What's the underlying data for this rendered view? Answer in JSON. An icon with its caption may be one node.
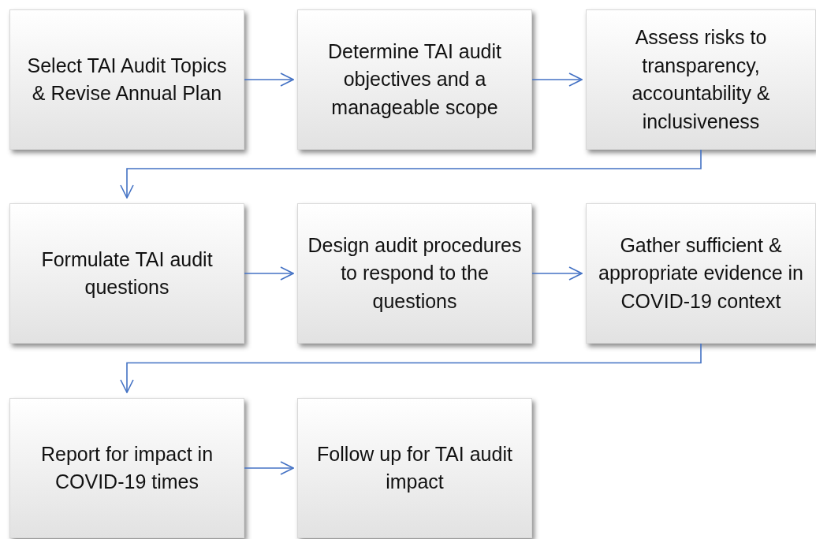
{
  "diagram": {
    "nodes": [
      {
        "text": [
          "Select TAI Audit Topics & Revise Annual Plan"
        ]
      },
      {
        "text": [
          "Determine TAI audit objectives and a manageable scope"
        ]
      },
      {
        "text": [
          "Assess risks to transparency, accountability & inclusiveness"
        ]
      },
      {
        "text": [
          "Formulate TAI audit questions"
        ]
      },
      {
        "text": [
          "Design audit procedures to respond to the questions"
        ]
      },
      {
        "text": [
          "Gather sufficient & appropriate evidence in COVID-19 context"
        ]
      },
      {
        "text": [
          "Report for impact in COVID-19 times"
        ]
      },
      {
        "text": [
          "Follow up for TAI audit impact"
        ]
      }
    ],
    "edges": [
      {
        "from": 0,
        "to": 1,
        "arrow": "to"
      },
      {
        "from": 1,
        "to": 2,
        "arrow": "to"
      },
      {
        "from": 2,
        "to": 3,
        "arrow": "to"
      },
      {
        "from": 3,
        "to": 4,
        "arrow": "to"
      },
      {
        "from": 4,
        "to": 5,
        "arrow": "to"
      },
      {
        "from": 5,
        "to": 6,
        "arrow": "to"
      },
      {
        "from": 6,
        "to": 7,
        "arrow": "to"
      }
    ]
  }
}
